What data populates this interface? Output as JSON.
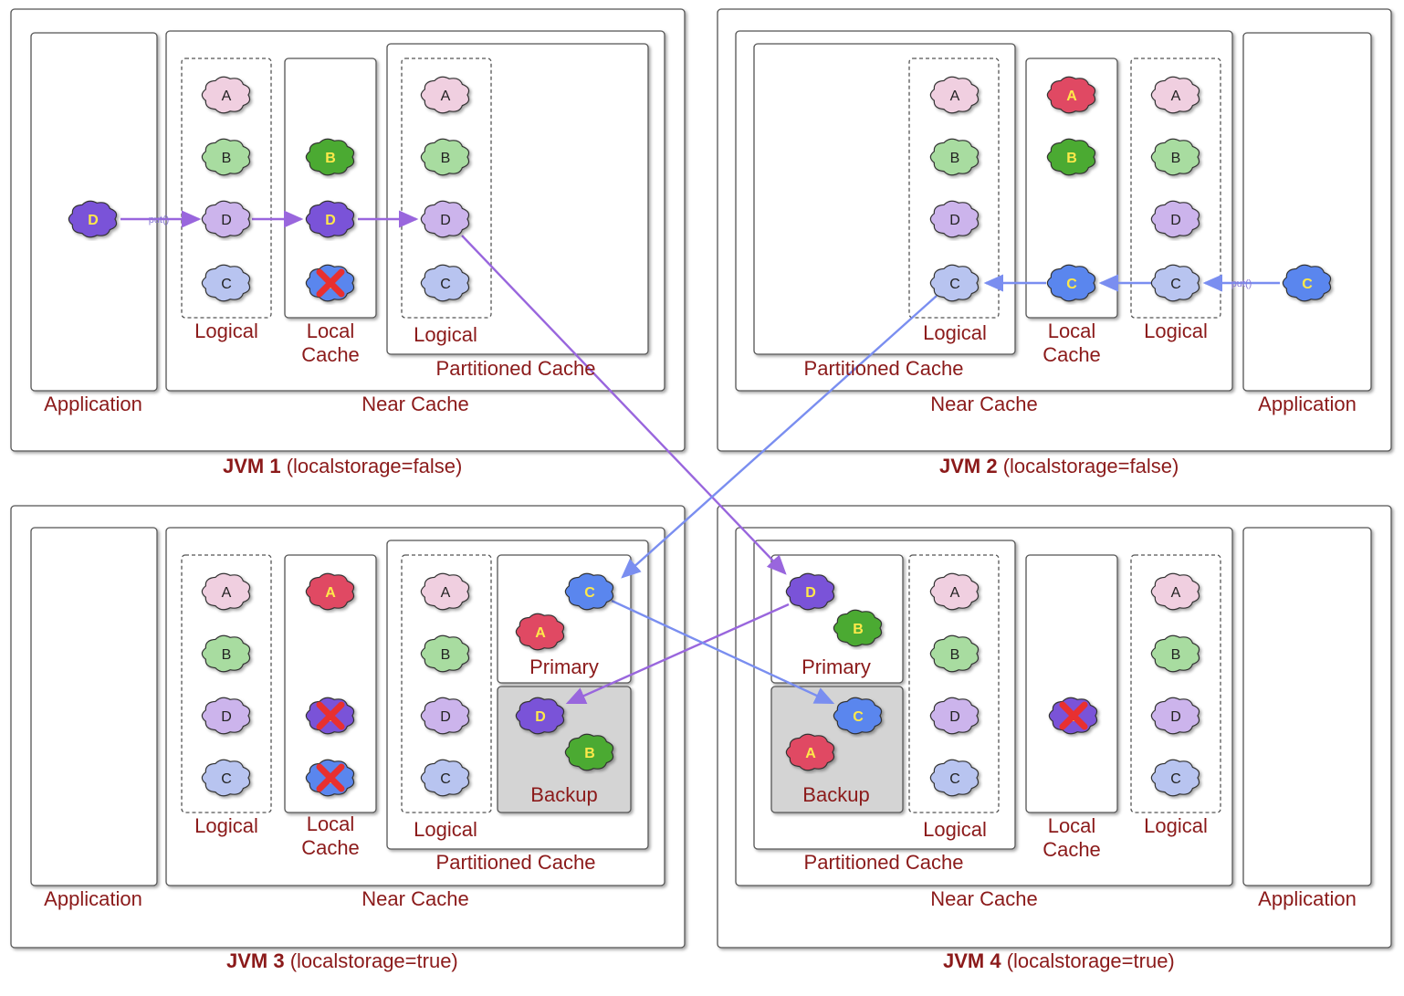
{
  "colors": {
    "label": "#8b1a1a",
    "arrow": "#9966dd",
    "arrow_blue": "#7a8ef0",
    "cloud_A_logical": "#f0cfe0",
    "cloud_B_logical": "#a8dca0",
    "cloud_C_logical": "#b8c4f0",
    "cloud_D_logical": "#ccb4ec",
    "cloud_A_real": "#e04a64",
    "cloud_B_real": "#4caa30",
    "cloud_C_real": "#5a86ee",
    "cloud_D_real": "#7a52d8",
    "backup_fill": "#d4d4d4"
  },
  "labels": {
    "application": "Application",
    "near_cache": "Near Cache",
    "local_cache": "Local\nCache",
    "logical": "Logical",
    "partitioned_cache": "Partitioned Cache",
    "primary": "Primary",
    "backup": "Backup",
    "put": "put()"
  },
  "jvms": [
    {
      "name": "JVM 1",
      "setting": "(localstorage=false)"
    },
    {
      "name": "JVM 2",
      "setting": "(localstorage=false)"
    },
    {
      "name": "JVM 3",
      "setting": "(localstorage=true)"
    },
    {
      "name": "JVM 4",
      "setting": "(localstorage=true)"
    }
  ],
  "cloud_letters": [
    "A",
    "B",
    "C",
    "D"
  ]
}
